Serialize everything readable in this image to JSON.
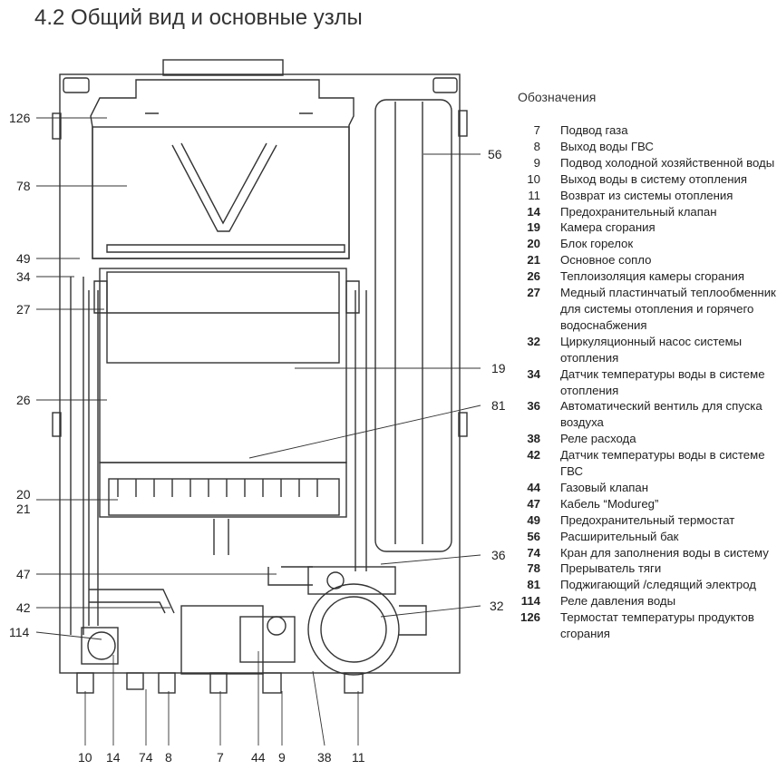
{
  "title": "4.2 Общий вид и основные узлы",
  "legend_title": "Обозначения",
  "legend": [
    {
      "num": "7",
      "bold": false,
      "text": "Подвод газа"
    },
    {
      "num": "8",
      "bold": false,
      "text": "Выход воды ГВС"
    },
    {
      "num": "9",
      "bold": false,
      "text": "Подвод холодной хозяйственной воды"
    },
    {
      "num": "10",
      "bold": false,
      "text": "Выход воды в систему отопления"
    },
    {
      "num": "11",
      "bold": false,
      "text": "Возврат из системы отопления"
    },
    {
      "num": "14",
      "bold": true,
      "text": "Предохранительный клапан"
    },
    {
      "num": "19",
      "bold": true,
      "text": "Камера сгорания"
    },
    {
      "num": "20",
      "bold": true,
      "text": "Блок горелок"
    },
    {
      "num": "21",
      "bold": true,
      "text": "Основное сопло"
    },
    {
      "num": "26",
      "bold": true,
      "text": "Теплоизоляция камеры сгорания"
    },
    {
      "num": "27",
      "bold": true,
      "text": "Медный пластинчатый теплообменник для системы отопления и горячего водоснабжения"
    },
    {
      "num": "32",
      "bold": true,
      "text": "Циркуляционный насос системы отопления"
    },
    {
      "num": "34",
      "bold": true,
      "text": "Датчик температуры воды в системе отопления"
    },
    {
      "num": "36",
      "bold": true,
      "text": "Автоматический вентиль для спуска воздуха"
    },
    {
      "num": "38",
      "bold": true,
      "text": "Реле расхода"
    },
    {
      "num": "42",
      "bold": true,
      "text": "Датчик температуры воды в системе ГВС"
    },
    {
      "num": "44",
      "bold": true,
      "text": "Газовый клапан"
    },
    {
      "num": "47",
      "bold": true,
      "text": "Кабель “Modureg”"
    },
    {
      "num": "49",
      "bold": true,
      "text": "Предохранительный термостат"
    },
    {
      "num": "56",
      "bold": true,
      "text": "Расширительный бак"
    },
    {
      "num": "74",
      "bold": true,
      "text": "Кран для заполнения воды в систему"
    },
    {
      "num": "78",
      "bold": true,
      "text": "Прерыватель тяги"
    },
    {
      "num": "81",
      "bold": true,
      "text": "Поджигающий /следящий электрод"
    },
    {
      "num": "114",
      "bold": true,
      "text": "Реле давления воды"
    },
    {
      "num": "126",
      "bold": true,
      "text": "Термостат температуры продуктов сгорания"
    }
  ],
  "callouts": {
    "c126": "126",
    "c78": "78",
    "c49": "49",
    "c34": "34",
    "c27": "27",
    "c26": "26",
    "c20": "20",
    "c21": "21",
    "c47": "47",
    "c42": "42",
    "c114": "114",
    "c56": "56",
    "c19": "19",
    "c81": "81",
    "c36": "36",
    "c32": "32",
    "b10": "10",
    "b14": "14",
    "b74": "74",
    "b8": "8",
    "b7": "7",
    "b44": "44",
    "b9": "9",
    "b38": "38",
    "b11": "11"
  }
}
